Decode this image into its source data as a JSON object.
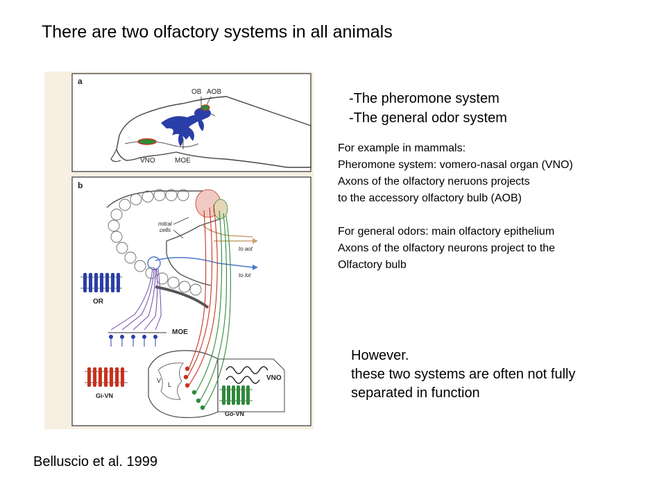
{
  "title": "There are two olfactory systems in all animals",
  "systems": [
    "-The pheromone system",
    "-The general odor system"
  ],
  "example_lines": [
    "For example in mammals:",
    "Pheromone system: vomero-nasal organ (VNO)",
    "Axons of the olfactory neruons projects",
    "to the accessory olfactory bulb (AOB)",
    "",
    "For general odors: main olfactory epithelium",
    "Axons of the olfactory neurons project to the",
    "Olfactory bulb"
  ],
  "however_lines": [
    "However.",
    "these two systems are often not fully",
    "separated in function"
  ],
  "citation": "Belluscio et al. 1999",
  "figure": {
    "panel_a": {
      "letter": "a",
      "labels": {
        "ob": "OB",
        "aob": "AOB",
        "vno": "VNO",
        "moe": "MOE"
      }
    },
    "panel_b": {
      "letter": "b",
      "labels": {
        "mitral": "mitral",
        "cells": "cells",
        "to_aot": "to aot",
        "to_lot": "to lot",
        "or": "OR",
        "moe": "MOE",
        "vno": "VNO",
        "gi_vn": "Gi-VN",
        "go_vn": "Go-VN",
        "v": "V",
        "l": "L"
      }
    },
    "colors": {
      "background": "#f6efe2",
      "pheromone_red": "#c8321e",
      "pheromone_green": "#2e8a3a",
      "general_blue": "#2a3ea8",
      "purple": "#6a4aa8",
      "light_blue": "#4a78c8",
      "tan": "#c8a070"
    }
  }
}
